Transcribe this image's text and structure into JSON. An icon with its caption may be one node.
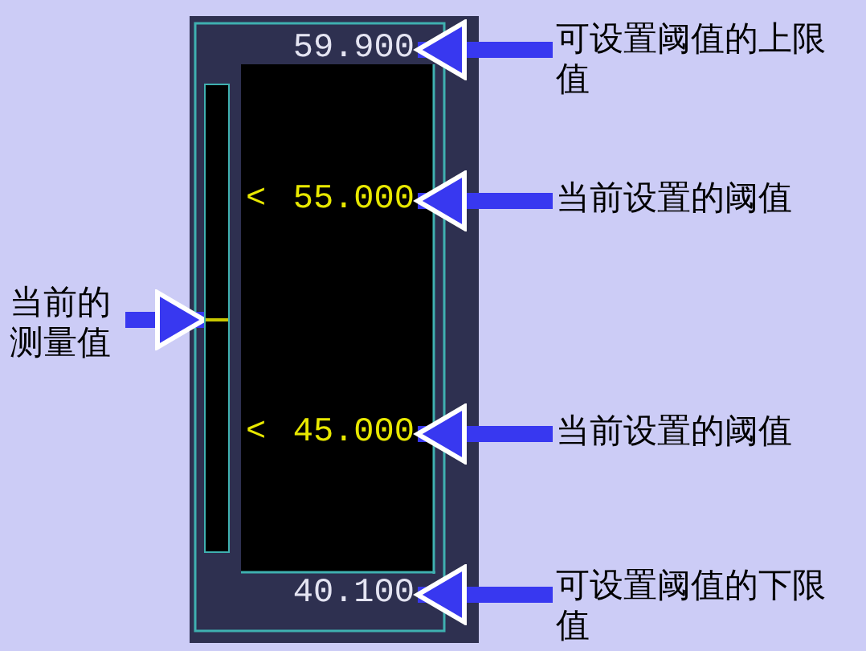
{
  "diagram": {
    "nodes": [
      {
        "text": [
          "可设置阈值的上限值"
        ]
      },
      {
        "text": [
          "当前设置的阈值"
        ]
      },
      {
        "text": [
          "当前设置的阈值"
        ]
      },
      {
        "text": [
          "可设置阈值的下限值"
        ]
      },
      {
        "text": [
          "当前的测量值"
        ]
      },
      {
        "text": [
          "59.900"
        ]
      },
      {
        "text": [
          "55.000"
        ]
      },
      {
        "text": [
          "45.000"
        ]
      },
      {
        "text": [
          "40.100"
        ]
      },
      {
        "text": [],
        "shape": "bar"
      }
    ],
    "edges": [
      {
        "from": 0,
        "to": 5,
        "arrow": "to"
      },
      {
        "from": 1,
        "to": 6,
        "arrow": "to"
      },
      {
        "from": 2,
        "to": 7,
        "arrow": "to"
      },
      {
        "from": 3,
        "to": 8,
        "arrow": "to"
      },
      {
        "from": 4,
        "to": 9,
        "arrow": "to"
      }
    ],
    "labels": [
      "<",
      "<"
    ]
  }
}
